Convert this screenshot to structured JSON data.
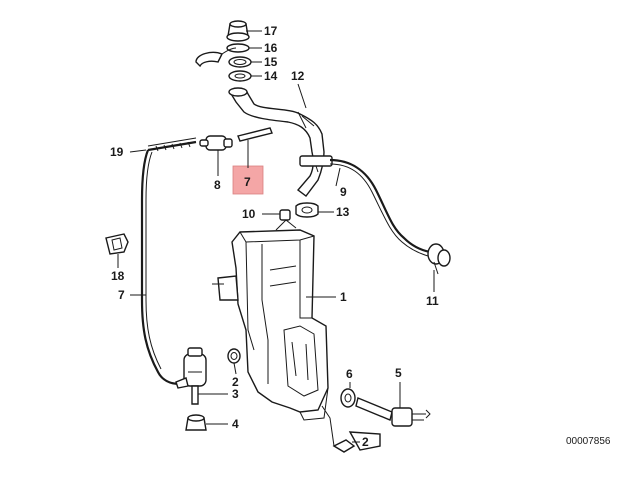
{
  "callouts": [
    {
      "id": "17",
      "label": "17"
    },
    {
      "id": "16",
      "label": "16"
    },
    {
      "id": "15",
      "label": "15"
    },
    {
      "id": "14",
      "label": "14"
    },
    {
      "id": "12",
      "label": "12"
    },
    {
      "id": "19",
      "label": "19"
    },
    {
      "id": "8",
      "label": "8"
    },
    {
      "id": "7a",
      "label": "7"
    },
    {
      "id": "9",
      "label": "9"
    },
    {
      "id": "10",
      "label": "10"
    },
    {
      "id": "13",
      "label": "13"
    },
    {
      "id": "18",
      "label": "18"
    },
    {
      "id": "7b",
      "label": "7"
    },
    {
      "id": "1",
      "label": "1"
    },
    {
      "id": "11",
      "label": "11"
    },
    {
      "id": "2a",
      "label": "2"
    },
    {
      "id": "3",
      "label": "3"
    },
    {
      "id": "4",
      "label": "4"
    },
    {
      "id": "6",
      "label": "6"
    },
    {
      "id": "5",
      "label": "5"
    },
    {
      "id": "2b",
      "label": "2"
    }
  ],
  "highlight": {
    "color": "#f4a6a6"
  },
  "diagram_code": "00007856"
}
